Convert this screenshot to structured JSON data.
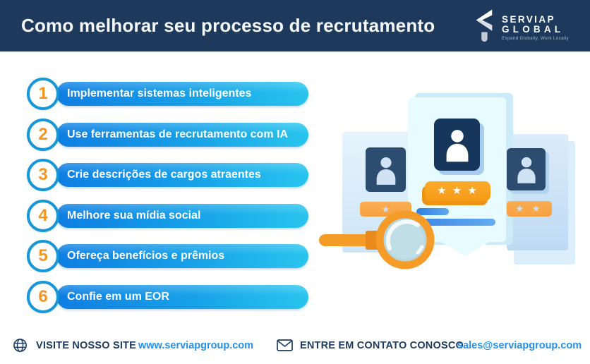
{
  "header": {
    "title": "Como melhorar seu processo de recrutamento",
    "logo": {
      "name": "SERVIAP",
      "suffix": "GLOBAL",
      "tagline": "Expand Globally, Work Locally"
    }
  },
  "steps": [
    {
      "number": "1",
      "label": "Implementar sistemas inteligentes"
    },
    {
      "number": "2",
      "label": "Use ferramentas de recrutamento com IA"
    },
    {
      "number": "3",
      "label": "Crie descrições de cargos atraentes"
    },
    {
      "number": "4",
      "label": "Melhore sua mídia social"
    },
    {
      "number": "5",
      "label": "Ofereça benefícios e prêmios"
    },
    {
      "number": "6",
      "label": "Confie em um EOR"
    }
  ],
  "illustration": {
    "center_stars": "★ ★ ★",
    "left_stars": "★",
    "right_stars": "★ ★"
  },
  "footer": {
    "site_label": "VISITE NOSSO SITE",
    "site_url": "www.serviapgroup.com",
    "contact_label": "ENTRE EM CONTATO CONOSCO",
    "contact_email": "sales@serviapgroup.com"
  },
  "colors": {
    "header_bg": "#1d3a5c",
    "pill_gradient_start": "#0e7ee3",
    "pill_gradient_end": "#28c5ef",
    "circle_ring": "#1697d8",
    "number_orange": "#f7941d",
    "link_blue": "#2490e8",
    "accent_orange": "#f59b28",
    "navy_text": "#1c3b5e"
  }
}
